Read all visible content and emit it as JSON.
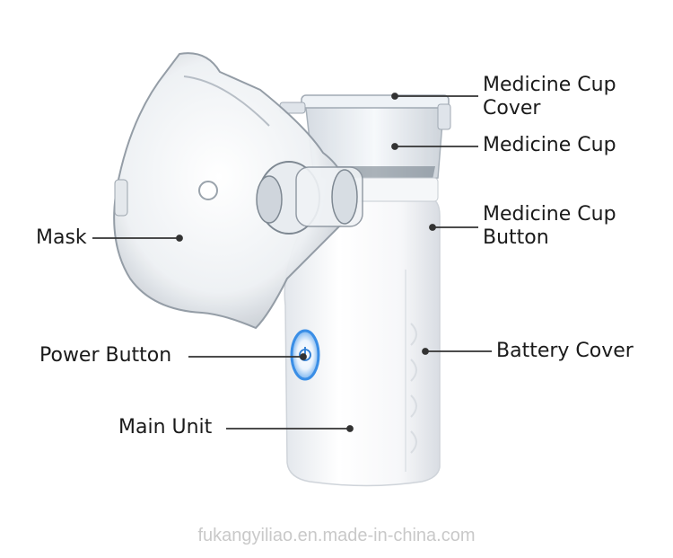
{
  "labels": {
    "medicine_cup_cover": [
      "Medicine Cup",
      "Cover"
    ],
    "medicine_cup": "Medicine Cup",
    "medicine_cup_button": [
      "Medicine Cup",
      "Button"
    ],
    "mask": "Mask",
    "power_button": "Power Button",
    "battery_cover": "Battery Cover",
    "main_unit": "Main Unit"
  },
  "watermark": "fukangyiliao.en.made-in-china.com",
  "colors": {
    "text": "#1a1a1a",
    "leader_line": "#333333",
    "device_body": "#f4f6f8",
    "power_ring": "#3a8ee6"
  }
}
